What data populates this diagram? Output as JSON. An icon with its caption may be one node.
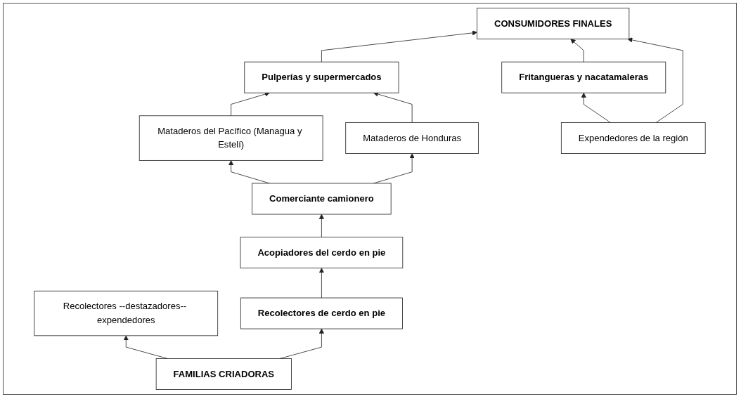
{
  "diagram": {
    "nodes": [
      {
        "text": [
          "CONSUMIDORES FINALES"
        ]
      },
      {
        "text": [
          "Pulperías y supermercados"
        ]
      },
      {
        "text": [
          "Fritangueras y nacatamaleras"
        ]
      },
      {
        "text": [
          "Mataderos del Pacífico (Managua y Estelí)"
        ]
      },
      {
        "text": [
          "Mataderos de Honduras"
        ]
      },
      {
        "text": [
          "Expendedores de la región"
        ]
      },
      {
        "text": [
          "Comerciante camionero"
        ]
      },
      {
        "text": [
          "Acopiadores del cerdo en pie"
        ]
      },
      {
        "text": [
          "Recolectores --destazadores-- expendedores"
        ]
      },
      {
        "text": [
          "Recolectores de cerdo en pie"
        ]
      },
      {
        "text": [
          "FAMILIAS CRIADORAS"
        ]
      }
    ],
    "edges": [
      {
        "from": 1,
        "to": 0,
        "arrow": "to"
      },
      {
        "from": 2,
        "to": 0,
        "arrow": "to"
      },
      {
        "from": 5,
        "to": 0,
        "arrow": "to"
      },
      {
        "from": 3,
        "to": 1,
        "arrow": "to"
      },
      {
        "from": 4,
        "to": 1,
        "arrow": "to"
      },
      {
        "from": 5,
        "to": 2,
        "arrow": "to"
      },
      {
        "from": 6,
        "to": 3,
        "arrow": "to"
      },
      {
        "from": 6,
        "to": 4,
        "arrow": "to"
      },
      {
        "from": 7,
        "to": 6,
        "arrow": "to"
      },
      {
        "from": 9,
        "to": 7,
        "arrow": "to"
      },
      {
        "from": 10,
        "to": 9,
        "arrow": "to"
      },
      {
        "from": 10,
        "to": 8,
        "arrow": "to"
      }
    ]
  }
}
